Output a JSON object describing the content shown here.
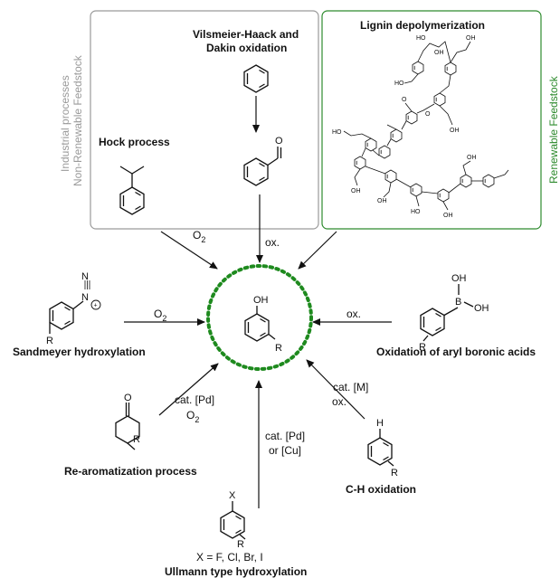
{
  "boxes": {
    "industrial_side": [
      "Industrial processes",
      "Non-Renewable Feedstock"
    ],
    "renewable_side": "Renewable Feedstock",
    "gray_color": "#9a9a9a",
    "green_color": "#2e8b2e"
  },
  "labels": {
    "hock": "Hock process",
    "vilsmeier_1": "Vilsmeier-Haack and",
    "vilsmeier_2": "Dakin oxidation",
    "lignin": "Lignin depolymerization",
    "sandmeyer": "Sandmeyer hydroxylation",
    "boronic": "Oxidation of aryl boronic acids",
    "rearom": "Re-aromatization process",
    "ch": "C-H oxidation",
    "halogens": "X = F, Cl, Br, I",
    "ullmann": "Ullmann type hydroxylation"
  },
  "conditions": {
    "o2": "O",
    "o2_sub": "2",
    "ox": "ox.",
    "cat_pd": "cat. [Pd]",
    "or_cu": "or [Cu]",
    "cat_m": "cat. [M]"
  },
  "atoms": {
    "oh": "OH",
    "r": "R",
    "o": "O",
    "h": "H",
    "x": "X",
    "b": "B",
    "n": "N",
    "plus": "+",
    "ho": "HO"
  },
  "center_circle_color": "#1e8a1e"
}
